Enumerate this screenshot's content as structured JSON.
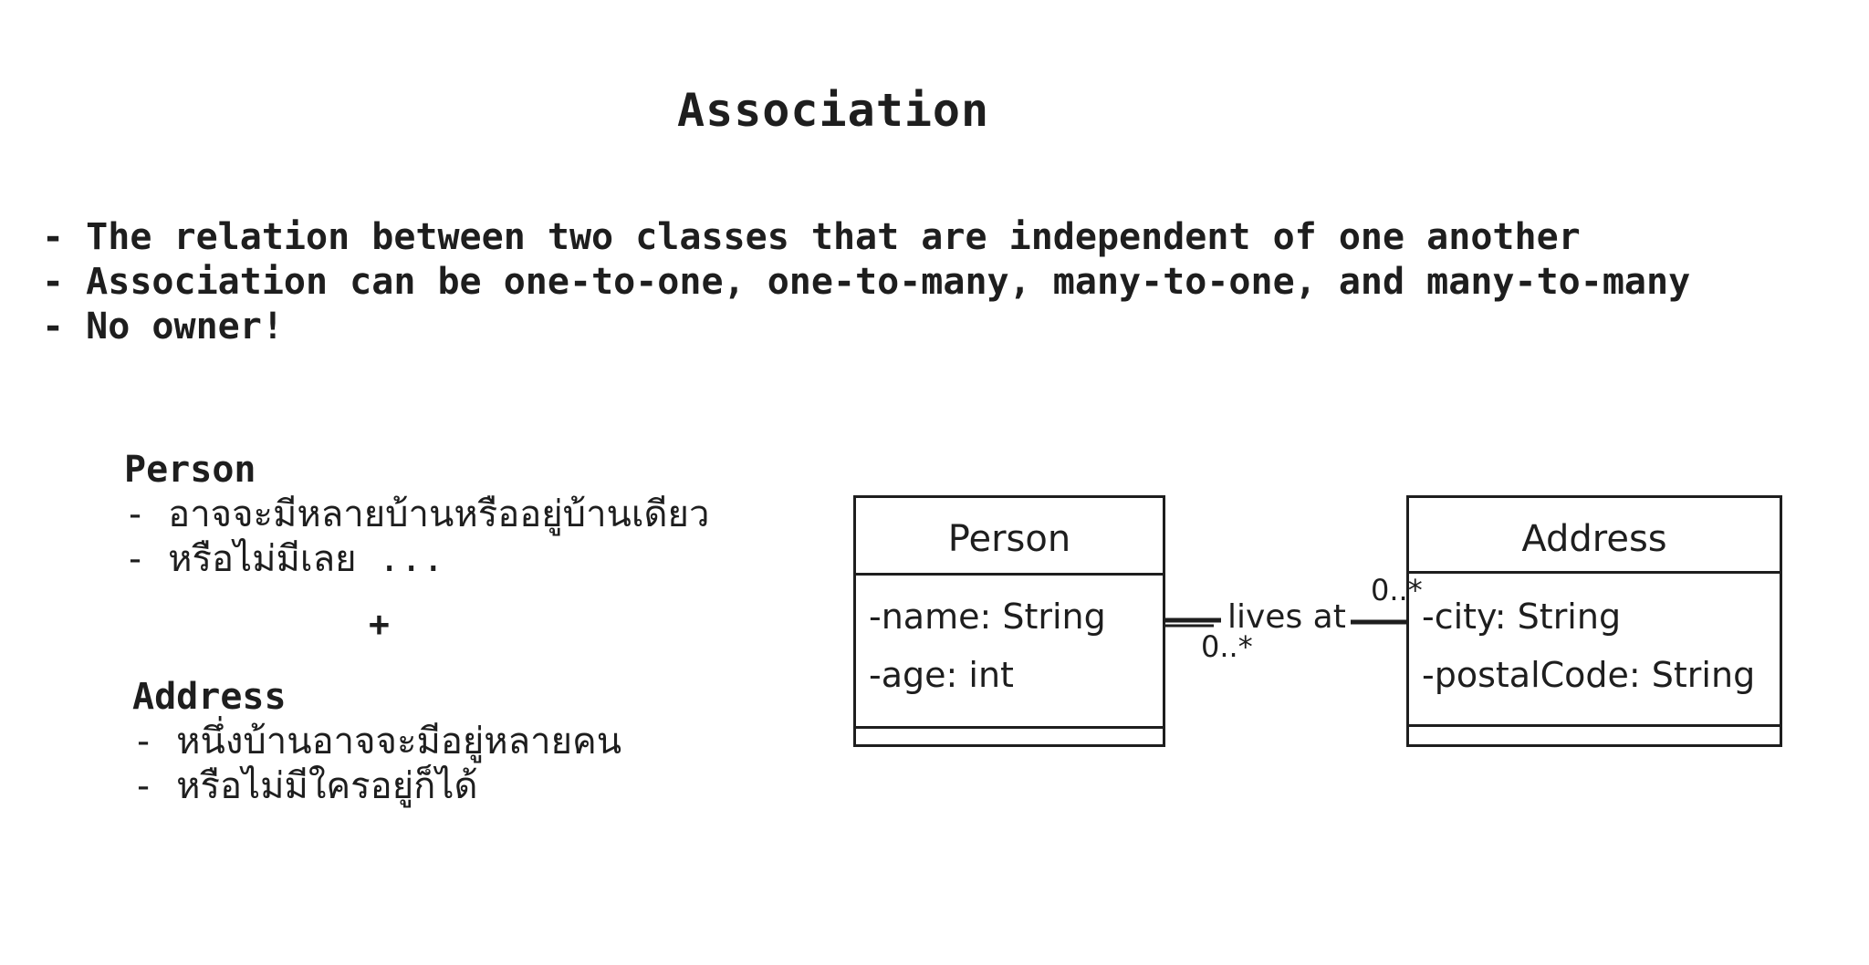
{
  "title": "Association",
  "bullets": [
    "- The relation between two classes that are independent of one another",
    "- Association can be one-to-one, one-to-many, many-to-one, and many-to-many",
    "- No owner!"
  ],
  "notes": {
    "person": {
      "heading": "Person",
      "lines": [
        "- อาจจะมีหลายบ้านหรืออยู่บ้านเดียว",
        "- หรือไม่มีเลย ..."
      ]
    },
    "plus": "+",
    "address": {
      "heading": "Address",
      "lines": [
        "- หนึ่งบ้านอาจจะมีอยู่หลายคน",
        "- หรือไม่มีใครอยู่ก็ได้"
      ]
    }
  },
  "diagram": {
    "classes": [
      {
        "name": "Person",
        "attributes": [
          "-name: String",
          "-age: int"
        ]
      },
      {
        "name": "Address",
        "attributes": [
          "-city: String",
          "-postalCode: String"
        ]
      }
    ],
    "association": {
      "label": "lives at",
      "source_multiplicity": "0..*",
      "target_multiplicity": "0..*"
    }
  }
}
